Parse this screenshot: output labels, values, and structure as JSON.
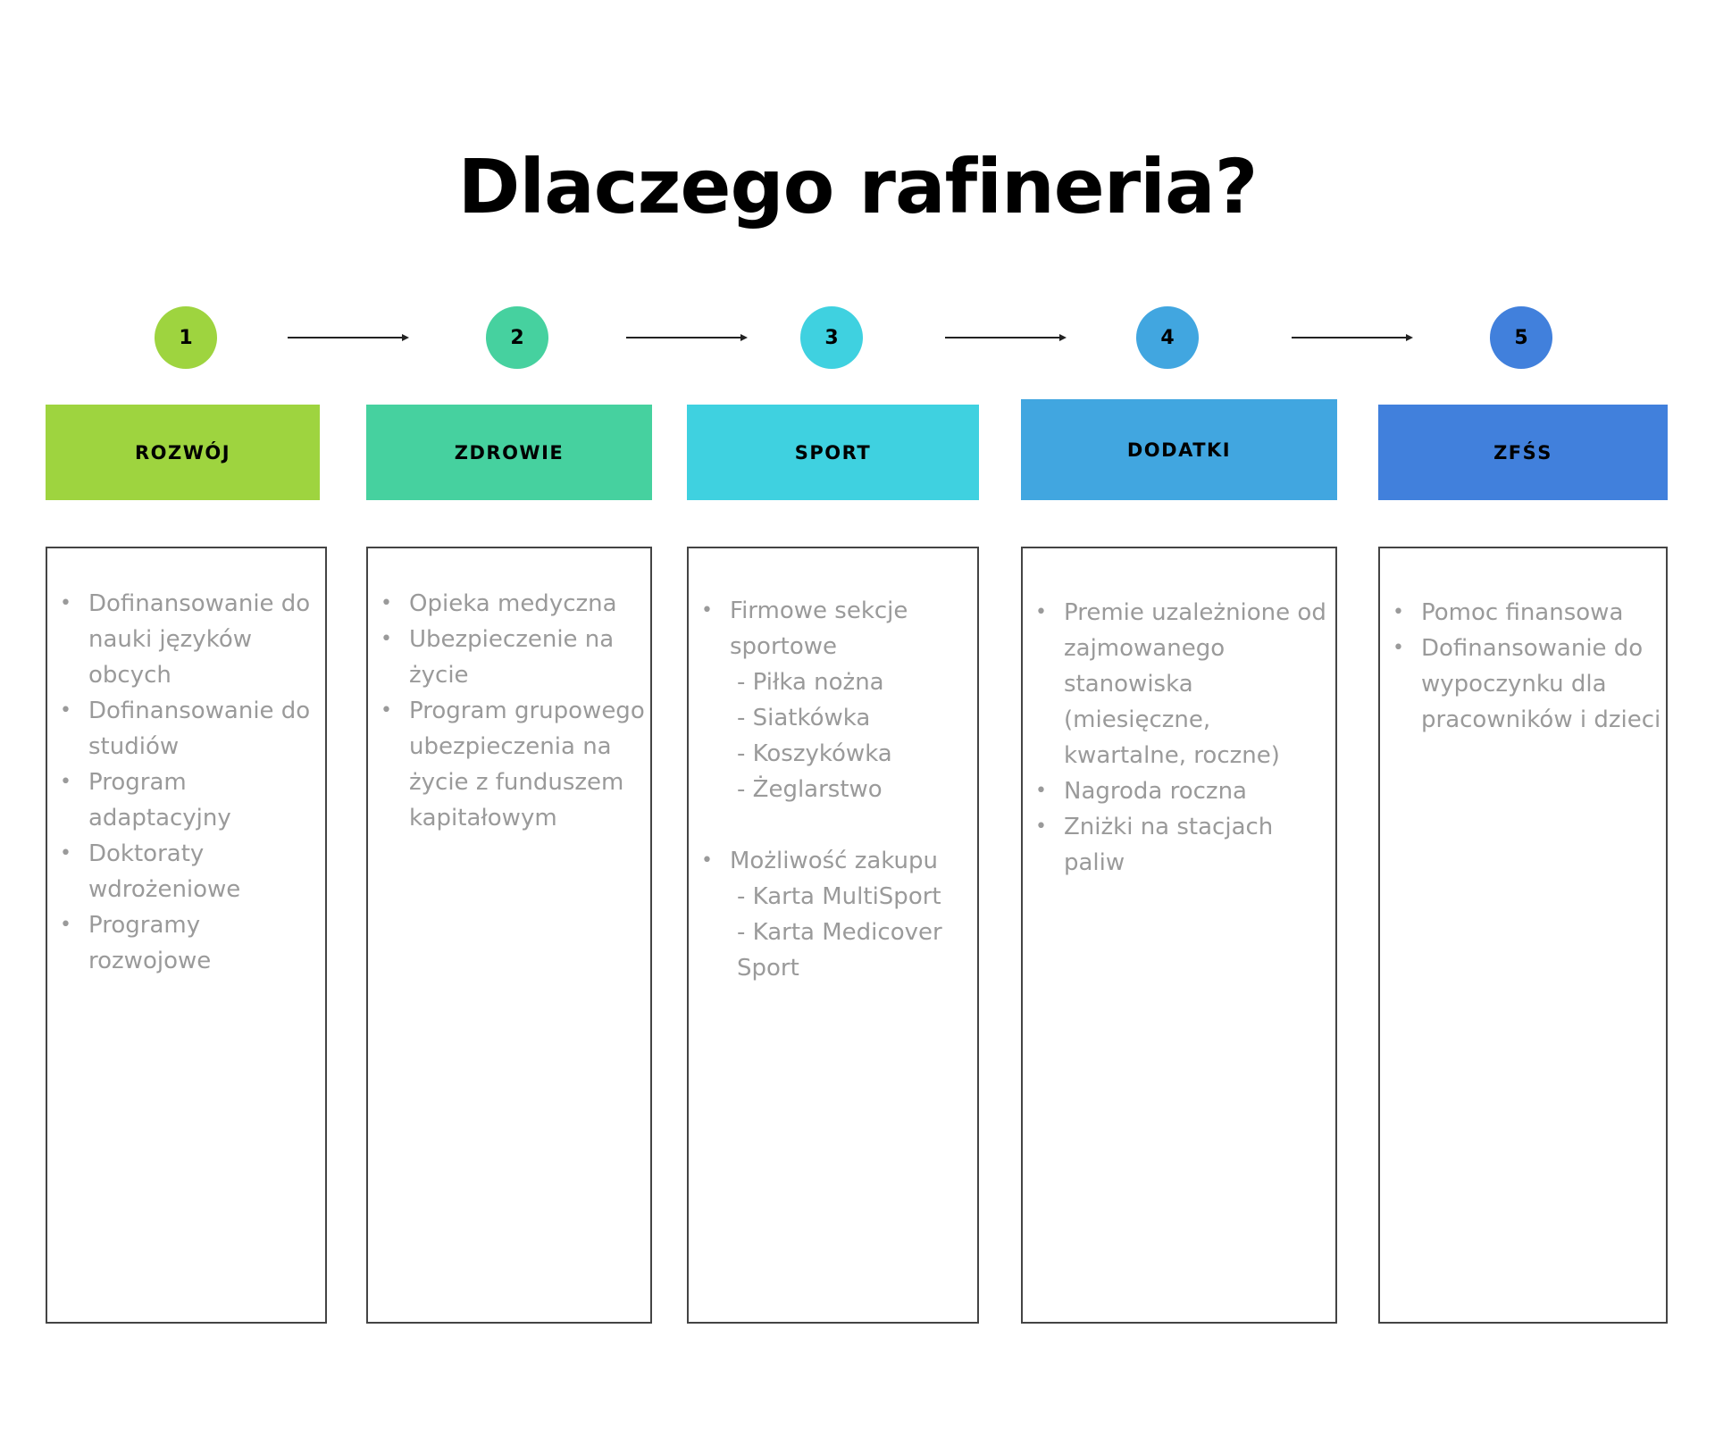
{
  "title": "Dlaczego rafineria?",
  "steps": [
    {
      "number": "1",
      "color": "#9ed43f"
    },
    {
      "number": "2",
      "color": "#46d19f"
    },
    {
      "number": "3",
      "color": "#3fd1e0"
    },
    {
      "number": "4",
      "color": "#41a6e0"
    },
    {
      "number": "5",
      "color": "#4180dc"
    }
  ],
  "columns": [
    {
      "header": "ROZWÓJ",
      "color": "#9ed43f",
      "items": [
        "Dofinansowanie do nauki języków obcych",
        "Dofinansowanie do studiów",
        "Program adaptacyjny",
        "Doktoraty wdrożeniowe",
        "Programy rozwojowe"
      ]
    },
    {
      "header": "ZDROWIE",
      "color": "#46d19f",
      "items": [
        "Opieka medyczna",
        "Ubezpieczenie na życie",
        "Program grupowego ubezpieczenia na życie z funduszem kapitałowym"
      ]
    },
    {
      "header": "SPORT",
      "color": "#3fd1e0",
      "items": [
        {
          "text": "Firmowe sekcje sportowe",
          "subitems": [
            "- Piłka nożna",
            "- Siatkówka",
            "- Koszykówka",
            "- Żeglarstwo"
          ]
        },
        {
          "text": "Możliwość zakupu",
          "subitems": [
            "- Karta MultiSport",
            "- Karta Medicover Sport"
          ]
        }
      ]
    },
    {
      "header": "DODATKI",
      "color": "#41a6e0",
      "items": [
        "Premie uzależnione od zajmowanego stanowiska (miesięczne, kwartalne, roczne)",
        "Nagroda roczna",
        "Zniżki na stacjach paliw"
      ]
    },
    {
      "header": "ZFŚS",
      "color": "#4180dc",
      "items": [
        "Pomoc finansowa",
        "Dofinansowanie do wypoczynku dla pracowników i dzieci"
      ]
    }
  ]
}
